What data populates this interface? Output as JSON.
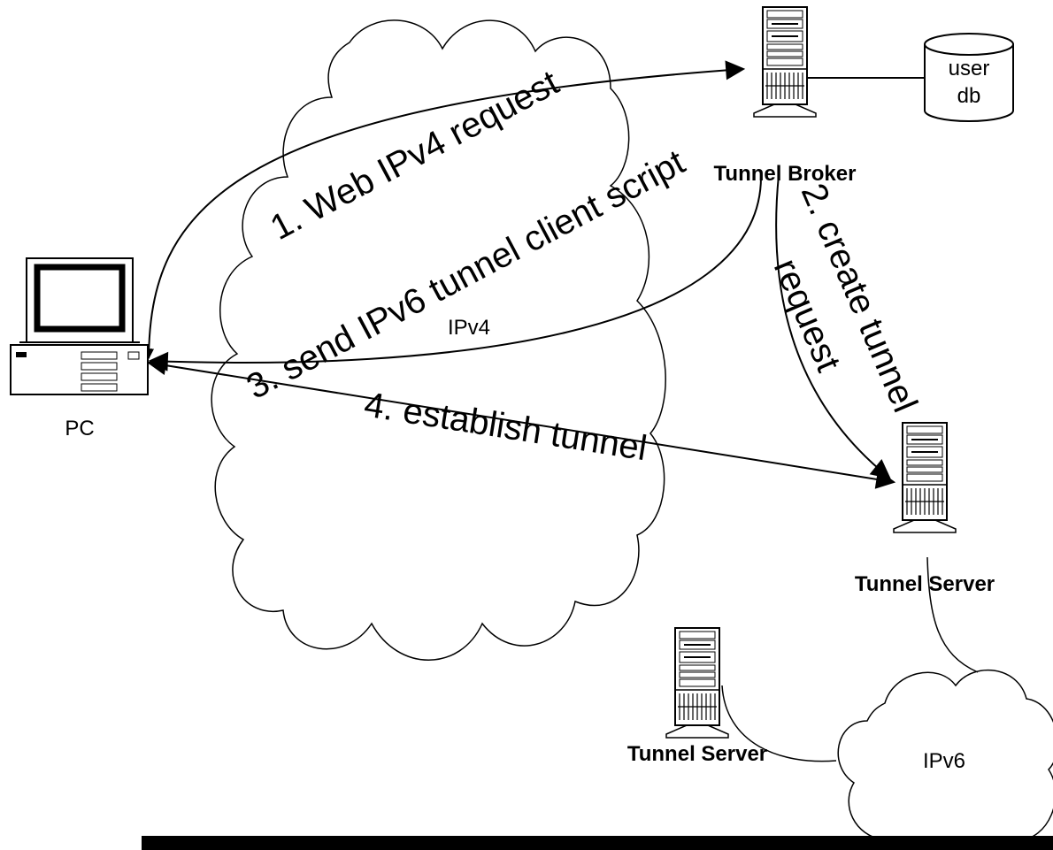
{
  "nodes": {
    "pc": "PC",
    "broker": "Tunnel Broker",
    "server_main": "Tunnel Server",
    "server_second": "Tunnel Server",
    "userdb_line1": "user",
    "userdb_line2": "db"
  },
  "clouds": {
    "ipv4": "IPv4",
    "ipv6": "IPv6"
  },
  "steps": {
    "s1": "1. Web IPv4 request",
    "s2_line1": "2. create tunnel",
    "s2_line2": "request",
    "s3": "3. send IPv6 tunnel client script",
    "s4": "4. establish tunnel"
  }
}
